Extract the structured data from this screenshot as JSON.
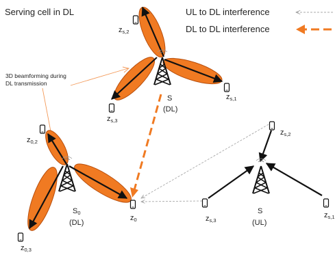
{
  "header": {
    "title": "Serving cell in DL",
    "annotation": "3D beamforming during DL transmission"
  },
  "legend": {
    "ul_label": "UL to DL interference",
    "dl_label": "DL to DL interference"
  },
  "colors": {
    "beam_fill": "#F07A22",
    "beam_stroke": "#B84E0C",
    "dl_interference": "#F07A22",
    "ul_interference": "#9A9A9A",
    "callout_line": "#F39A5A"
  },
  "stations": {
    "s_dl": {
      "name": "S",
      "mode": "(DL)"
    },
    "s0_dl": {
      "name": "S",
      "sub": "0",
      "mode": "(DL)"
    },
    "s_ul": {
      "name": "S",
      "mode": "(UL)"
    }
  },
  "users": {
    "zs2_top": {
      "main": "z",
      "sub": "s,2"
    },
    "zs1_top": {
      "main": "z",
      "sub": "s,1"
    },
    "zs3_top": {
      "main": "z",
      "sub": "s,3"
    },
    "z02": {
      "main": "z",
      "sub": "0,2"
    },
    "z03": {
      "main": "z",
      "sub": "0,3"
    },
    "z0": {
      "main": "z",
      "sub": "0"
    },
    "zs2_right": {
      "main": "z",
      "sub": "s,2"
    },
    "zs3_right": {
      "main": "z",
      "sub": "s,3"
    },
    "zs1_right": {
      "main": "z",
      "sub": "s,1"
    }
  }
}
